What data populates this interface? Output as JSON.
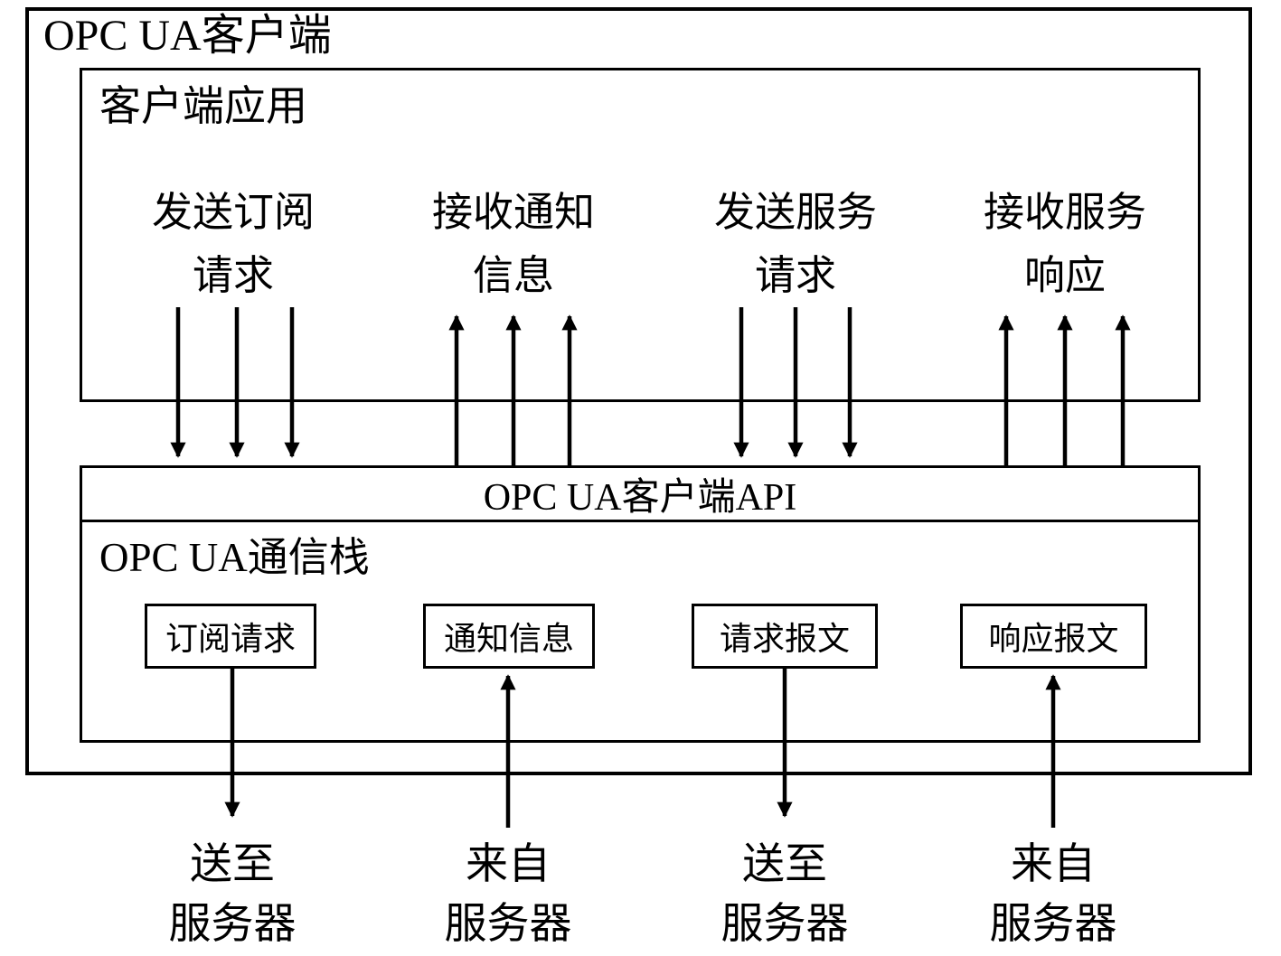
{
  "outer": {
    "title": "OPC UA客户端"
  },
  "client_app": {
    "title": "客户端应用",
    "labels": [
      {
        "line1": "发送订阅",
        "line2": "请求"
      },
      {
        "line1": "接收通知",
        "line2": "信息"
      },
      {
        "line1": "发送服务",
        "line2": "请求"
      },
      {
        "line1": "接收服务",
        "line2": "响应"
      }
    ]
  },
  "api_bar": {
    "label": "OPC UA客户端API"
  },
  "comm_stack": {
    "title": "OPC UA通信栈",
    "boxes": [
      "订阅请求",
      "通知信息",
      "请求报文",
      "响应报文"
    ]
  },
  "bottom_labels": [
    {
      "line1": "送至",
      "line2": "服务器"
    },
    {
      "line1": "来自",
      "line2": "服务器"
    },
    {
      "line1": "送至",
      "line2": "服务器"
    },
    {
      "line1": "来自",
      "line2": "服务器"
    }
  ]
}
